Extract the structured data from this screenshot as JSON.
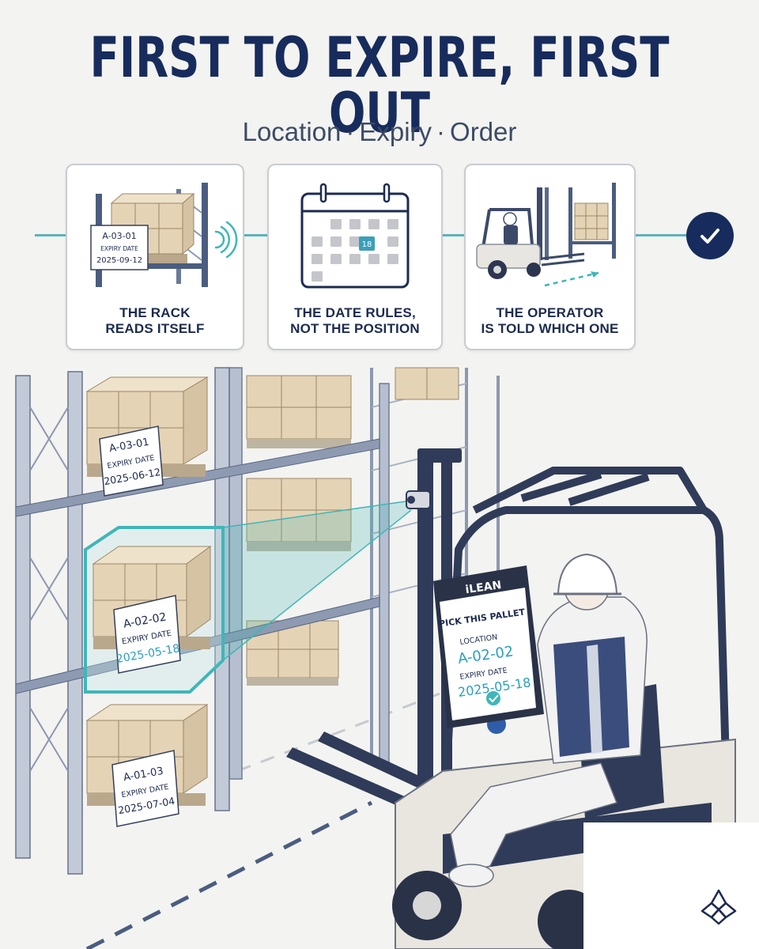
{
  "header": {
    "title": "FIRST TO EXPIRE, FIRST OUT",
    "subtitle": [
      "Location",
      "Expiry",
      "Order"
    ]
  },
  "steps": [
    {
      "label": "THE RACK\nREADS ITSELF",
      "tag_location": "A-03-01",
      "tag_caption": "EXPIRY DATE",
      "tag_date": "2025-09-12"
    },
    {
      "label": "THE DATE RULES,\nNOT THE POSITION",
      "highlight_day": "18"
    },
    {
      "label": "THE OPERATOR\nIS TOLD WHICH ONE"
    }
  ],
  "rack_labels": [
    {
      "location": "A-03-01",
      "caption": "EXPIRY DATE",
      "date": "2025-06-12"
    },
    {
      "location": "A-02-02",
      "caption": "EXPIRY DATE",
      "date": "2025-05-18"
    },
    {
      "location": "A-01-03",
      "caption": "EXPIRY DATE",
      "date": "2025-07-04"
    }
  ],
  "terminal": {
    "brand": "iLEAN",
    "heading": "PICK THIS PALLET",
    "location_label": "LOCATION",
    "location_value": "A-02-02",
    "expiry_label": "EXPIRY DATE",
    "expiry_value": "2025-05-18"
  },
  "colors": {
    "navy": "#172c5c",
    "teal": "#3fb6b8",
    "timeline": "#5db2bc",
    "carton": "#e5d3b6"
  },
  "icons": [
    "wifi-signal-icon",
    "calendar-icon",
    "checkmark-icon",
    "brand-flower-icon"
  ]
}
